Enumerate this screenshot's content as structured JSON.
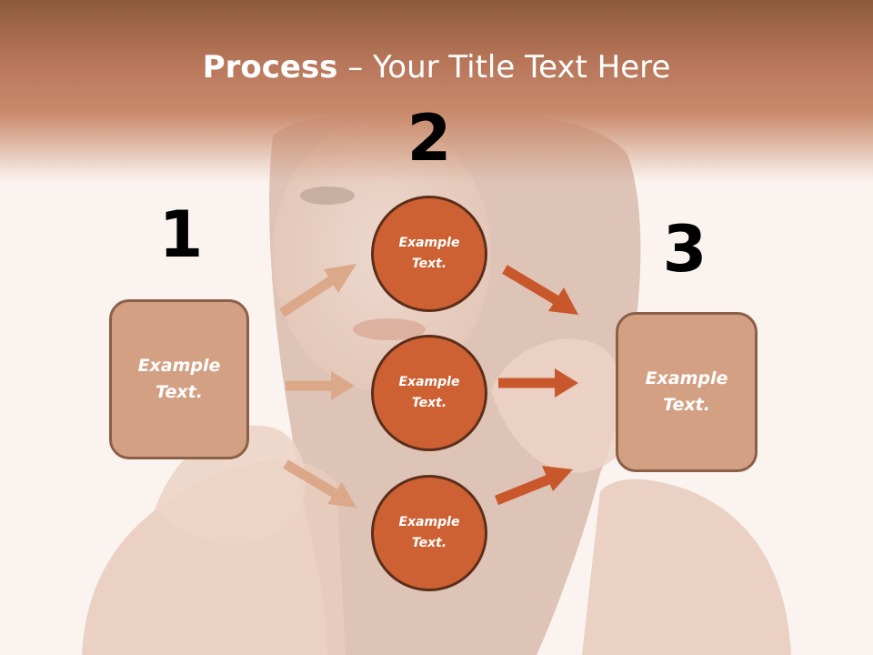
{
  "title": {
    "bold": "Process",
    "rest": " – Your Title Text Here"
  },
  "steps": {
    "one": "1",
    "two": "2",
    "three": "3"
  },
  "left_box": {
    "text": "Example\nText."
  },
  "right_box": {
    "text": "Example\nText."
  },
  "circles": [
    {
      "text": "Example\nText."
    },
    {
      "text": "Example\nText."
    },
    {
      "text": "Example\nText."
    }
  ],
  "colors": {
    "header": "#b8775a",
    "box_fill": "#d4a083",
    "circle_fill": "#cd6133",
    "arrow_light": "#dca88a",
    "arrow_dark": "#c8582c"
  }
}
